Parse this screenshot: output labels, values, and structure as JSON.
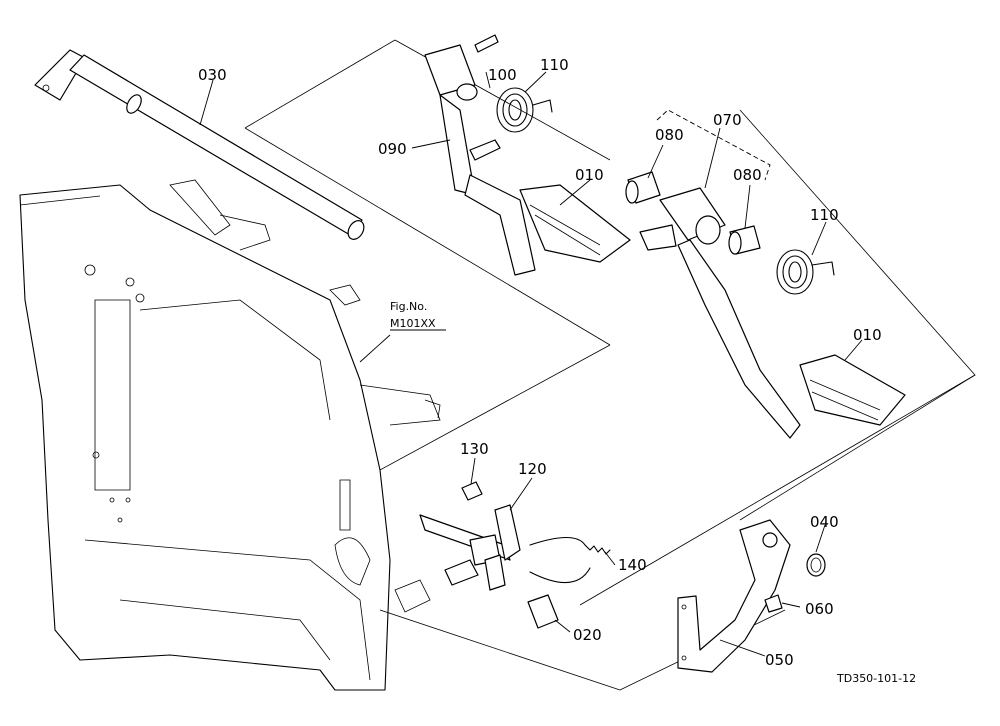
{
  "callouts": {
    "p030": "030",
    "p100": "100",
    "p110a": "110",
    "p090": "090",
    "p080a": "080",
    "p070": "070",
    "p010a": "010",
    "p080b": "080",
    "p110b": "110",
    "p010b": "010",
    "p130": "130",
    "p120": "120",
    "p140": "140",
    "p020": "020",
    "p040": "040",
    "p060": "060",
    "p050": "050"
  },
  "reference": {
    "fig_label": "Fig.No.",
    "fig_number": "M101XX"
  },
  "drawing_code": "TD350-101-12"
}
